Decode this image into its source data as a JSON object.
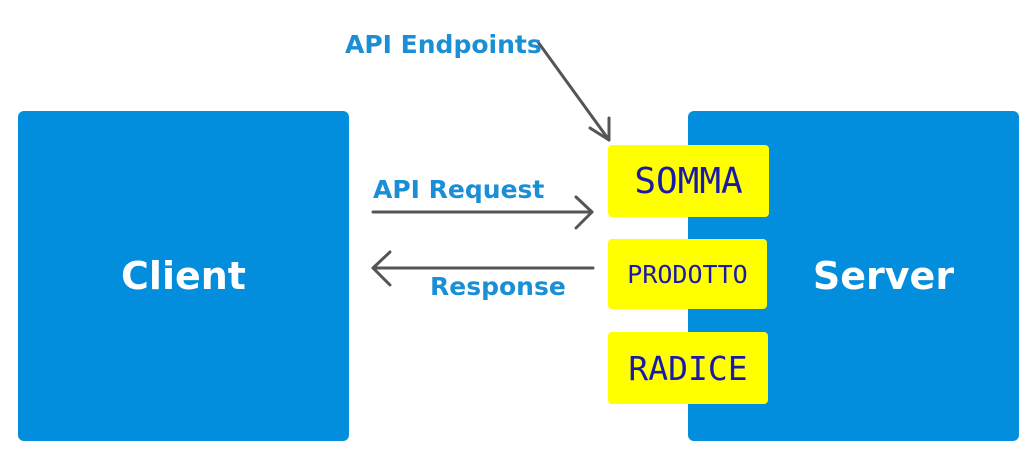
{
  "colors": {
    "box_blue": "#038ddd",
    "label_blue": "#1a8fd6",
    "endpoint_fill": "#ffff00",
    "endpoint_text": "#1a1aa8",
    "arrow_gray": "#555555"
  },
  "client": {
    "label": "Client"
  },
  "server": {
    "label": "Server"
  },
  "labels": {
    "endpoints": "API Endpoints",
    "request": "API Request",
    "response": "Response"
  },
  "endpoints": [
    {
      "label": "SOMMA"
    },
    {
      "label": "PRODOTTO"
    },
    {
      "label": "RADICE"
    }
  ]
}
